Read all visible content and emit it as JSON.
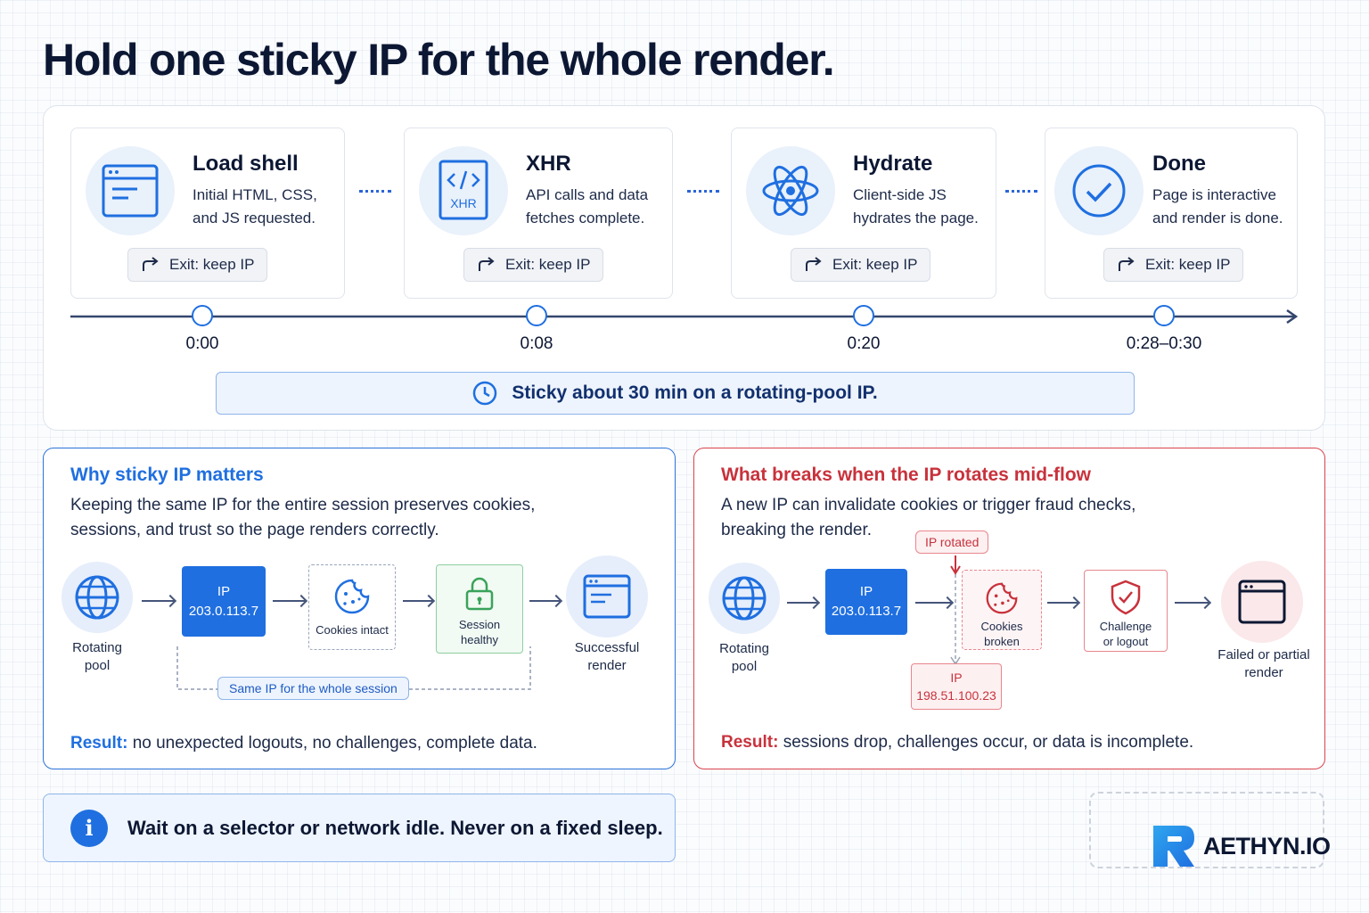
{
  "title": "Hold one sticky IP for the whole render.",
  "steps": [
    {
      "title": "Load shell",
      "desc": "Initial HTML, CSS, and JS requested.",
      "exit": "Exit: keep IP",
      "time": "0:00",
      "icon": "browser-window-icon"
    },
    {
      "title": "XHR",
      "desc": "API calls and data fetches complete.",
      "exit": "Exit: keep IP",
      "time": "0:08",
      "icon": "code-xhr-icon",
      "icon_text": "XHR"
    },
    {
      "title": "Hydrate",
      "desc": "Client-side JS hydrates the page.",
      "exit": "Exit: keep IP",
      "time": "0:20",
      "icon": "atom-icon"
    },
    {
      "title": "Done",
      "desc": "Page is interactive and render is done.",
      "exit": "Exit: keep IP",
      "time": "0:28–0:30",
      "icon": "check-circle-icon"
    }
  ],
  "sticky_note": "Sticky about 30 min on a rotating-pool IP.",
  "why": {
    "title": "Why sticky IP matters",
    "desc": "Keeping the same IP for the entire session preserves cookies, sessions, and trust so the page renders correctly.",
    "pool_label": "Rotating pool",
    "ip_label": "IP",
    "ip_value": "203.0.113.7",
    "cookies_label": "Cookies intact",
    "session_label": "Session healthy",
    "success_label": "Successful render",
    "same_ip_label": "Same IP for the whole session",
    "result_label": "Result:",
    "result_text": "no unexpected logouts, no challenges, complete data."
  },
  "breaks": {
    "title": "What breaks when the IP rotates mid-flow",
    "desc": "A new IP can invalidate cookies or trigger fraud checks, breaking the render.",
    "pool_label": "Rotating pool",
    "ip_label": "IP",
    "ip_value": "203.0.113.7",
    "rotated_label": "IP rotated",
    "new_ip_label": "IP",
    "new_ip_value": "198.51.100.23",
    "cookies_label": "Cookies broken",
    "challenge_label": "Challenge or logout",
    "failed_label": "Failed or partial render",
    "result_label": "Result:",
    "result_text": "sessions drop, challenges occur, or data is incomplete."
  },
  "tip": {
    "icon": "i",
    "text": "Wait on a selector or network idle. Never on a fixed sleep."
  },
  "logo": {
    "text": "AETHYN.IO"
  },
  "colors": {
    "blue": "#1f6fe0",
    "red": "#d9444e",
    "green": "#3aa35a",
    "navy": "#0c1733"
  }
}
